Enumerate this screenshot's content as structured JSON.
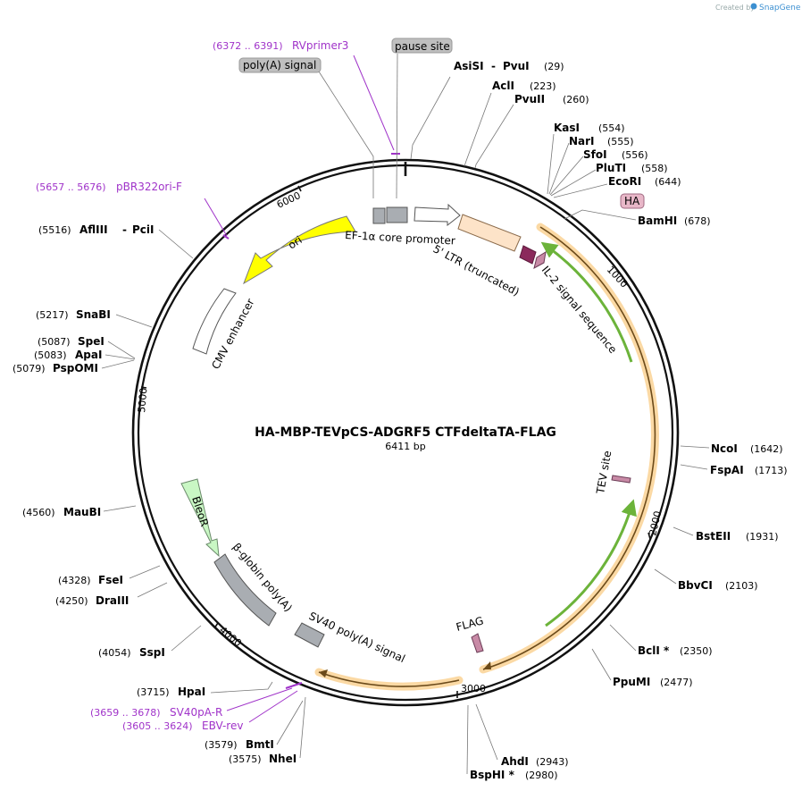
{
  "header": {
    "created_by": "Created by",
    "brand": "SnapGene",
    "brand_icon": "snapgene-logo-icon"
  },
  "map": {
    "title": "HA-MBP-TEVpCS-ADGRF5 CTFdeltaTA-FLAG",
    "length": "6411 bp"
  },
  "ticks": [
    "1000",
    "2000",
    "3000",
    "4000",
    "5000",
    "6000"
  ],
  "enzymes": [
    {
      "name": "AsiSI",
      "sep": "-",
      "name2": "PvuI",
      "pos": "(29)"
    },
    {
      "name": "AclI",
      "pos": "(223)"
    },
    {
      "name": "PvuII",
      "pos": "(260)"
    },
    {
      "name": "KasI",
      "pos": "(554)"
    },
    {
      "name": "NarI",
      "pos": "(555)"
    },
    {
      "name": "SfoI",
      "pos": "(556)"
    },
    {
      "name": "PluTI",
      "pos": "(558)"
    },
    {
      "name": "EcoRI",
      "pos": "(644)"
    },
    {
      "name": "BamHI",
      "pos": "(678)"
    },
    {
      "name": "NcoI",
      "pos": "(1642)"
    },
    {
      "name": "FspAI",
      "pos": "(1713)"
    },
    {
      "name": "BstEII",
      "pos": "(1931)"
    },
    {
      "name": "BbvCI",
      "pos": "(2103)"
    },
    {
      "name": "BclI *",
      "pos": "(2350)"
    },
    {
      "name": "PpuMI",
      "pos": "(2477)"
    },
    {
      "name": "AhdI",
      "pos": "(2943)"
    },
    {
      "name": "BspHI *",
      "pos": "(2980)"
    },
    {
      "name": "NheI",
      "pos": "(3575)"
    },
    {
      "name": "BmtI",
      "pos": "(3579)"
    },
    {
      "name": "HpaI",
      "pos": "(3715)"
    },
    {
      "name": "SspI",
      "pos": "(4054)"
    },
    {
      "name": "DraIII",
      "pos": "(4250)"
    },
    {
      "name": "FseI",
      "pos": "(4328)"
    },
    {
      "name": "MauBI",
      "pos": "(4560)"
    },
    {
      "name": "PspOMI",
      "pos": "(5079)"
    },
    {
      "name": "ApaI",
      "pos": "(5083)"
    },
    {
      "name": "SpeI",
      "pos": "(5087)"
    },
    {
      "name": "SnaBI",
      "pos": "(5217)"
    },
    {
      "name": "AflIII",
      "sep": "-",
      "name2": "PciI",
      "pos": "(5516)"
    }
  ],
  "primers": [
    {
      "name": "RVprimer3",
      "range": "(6372 .. 6391)"
    },
    {
      "name": "pBR322ori-F",
      "range": "(5657 .. 5676)"
    },
    {
      "name": "SV40pA-R",
      "range": "(3659 .. 3678)"
    },
    {
      "name": "EBV-rev",
      "range": "(3605 .. 3624)"
    }
  ],
  "features": {
    "poly_a_signal": "poly(A) signal",
    "pause_site": "pause site",
    "ha": "HA",
    "ef1a": "EF-1α core promoter",
    "ltr": "5' LTR (truncated)",
    "il2": "IL-2 signal sequence",
    "ori": "ori",
    "cmv": "CMV enhancer",
    "tev": "TEV site",
    "flag": "FLAG",
    "bleor": "BleoR",
    "beta_globin": "β-globin poly(A)",
    "sv40": "SV40 poly(A) signal"
  },
  "colors": {
    "ori": "#ffff00",
    "orf_halo": "#fbd9a4",
    "orf_line": "#6b4a1a",
    "green_arrow": "#6cb33a",
    "grey_feature": "#a9adb2",
    "pink_feature": "#b5728f",
    "bleor": "#c9f7c4",
    "ltr": "#fde3c8",
    "primer": "#a033c9"
  }
}
